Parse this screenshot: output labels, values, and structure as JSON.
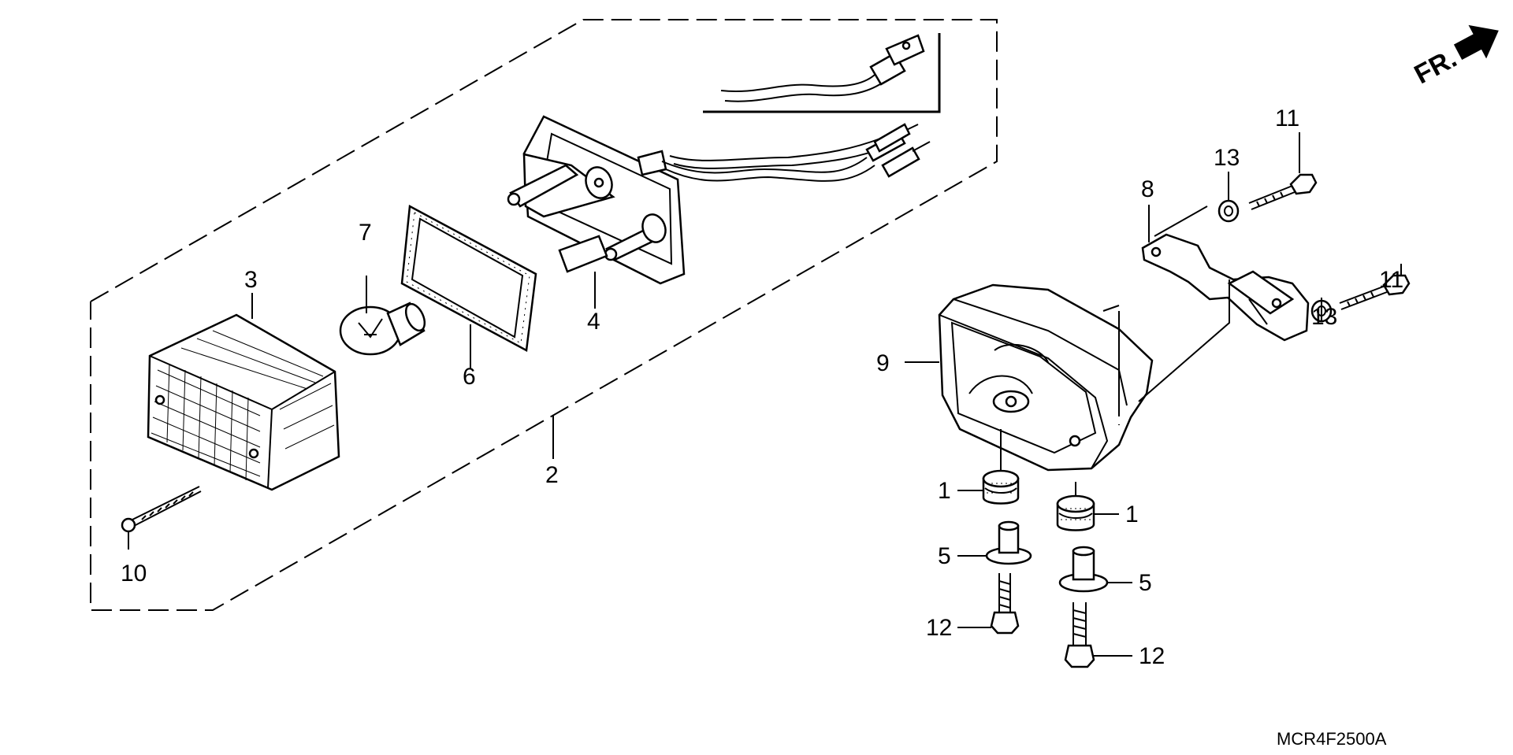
{
  "diagram": {
    "drawing_code": "MCR4F2500A",
    "direction_label": "FR.",
    "callouts": {
      "c1a": "1",
      "c1b": "1",
      "c2": "2",
      "c3": "3",
      "c4": "4",
      "c5a": "5",
      "c5b": "5",
      "c6": "6",
      "c7": "7",
      "c8": "8",
      "c9": "9",
      "c10": "10",
      "c11a": "11",
      "c11b": "11",
      "c12a": "12",
      "c12b": "12",
      "c13a": "13",
      "c13b": "13"
    }
  }
}
